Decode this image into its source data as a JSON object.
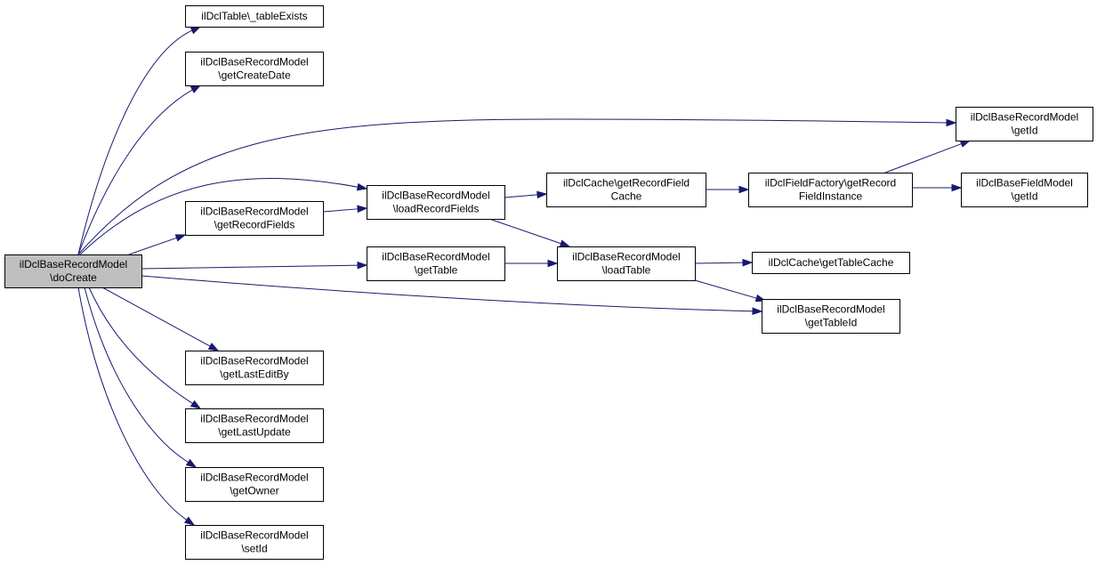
{
  "colors": {
    "edge": "#191970",
    "root_fill": "#bfbfbf",
    "node_fill": "#ffffff"
  },
  "nodes": {
    "doCreate": {
      "lines": [
        "ilDclBaseRecordModel",
        "\\doCreate"
      ]
    },
    "tableExists": {
      "lines": [
        "ilDclTable\\_tableExists"
      ]
    },
    "getCreateDate": {
      "lines": [
        "ilDclBaseRecordModel",
        "\\getCreateDate"
      ]
    },
    "getRecordFields": {
      "lines": [
        "ilDclBaseRecordModel",
        "\\getRecordFields"
      ]
    },
    "getLastEditBy": {
      "lines": [
        "ilDclBaseRecordModel",
        "\\getLastEditBy"
      ]
    },
    "getLastUpdate": {
      "lines": [
        "ilDclBaseRecordModel",
        "\\getLastUpdate"
      ]
    },
    "getOwner": {
      "lines": [
        "ilDclBaseRecordModel",
        "\\getOwner"
      ]
    },
    "setId": {
      "lines": [
        "ilDclBaseRecordModel",
        "\\setId"
      ]
    },
    "loadRecordFields": {
      "lines": [
        "ilDclBaseRecordModel",
        "\\loadRecordFields"
      ]
    },
    "getTable": {
      "lines": [
        "ilDclBaseRecordModel",
        "\\getTable"
      ]
    },
    "getRecordFieldCache": {
      "lines": [
        "ilDclCache\\getRecordField",
        "Cache"
      ]
    },
    "loadTable": {
      "lines": [
        "ilDclBaseRecordModel",
        "\\loadTable"
      ]
    },
    "getRecordFieldInstance": {
      "lines": [
        "ilDclFieldFactory\\getRecord",
        "FieldInstance"
      ]
    },
    "getTableCache": {
      "lines": [
        "ilDclCache\\getTableCache"
      ]
    },
    "getTableId": {
      "lines": [
        "ilDclBaseRecordModel",
        "\\getTableId"
      ]
    },
    "recordGetId": {
      "lines": [
        "ilDclBaseRecordModel",
        "\\getId"
      ]
    },
    "fieldGetId": {
      "lines": [
        "ilDclBaseFieldModel",
        "\\getId"
      ]
    }
  },
  "edges": [
    [
      "doCreate",
      "tableExists"
    ],
    [
      "doCreate",
      "getCreateDate"
    ],
    [
      "doCreate",
      "recordGetId"
    ],
    [
      "doCreate",
      "loadRecordFields"
    ],
    [
      "doCreate",
      "getRecordFields"
    ],
    [
      "doCreate",
      "getTable"
    ],
    [
      "doCreate",
      "getTableId"
    ],
    [
      "doCreate",
      "getLastEditBy"
    ],
    [
      "doCreate",
      "getLastUpdate"
    ],
    [
      "doCreate",
      "getOwner"
    ],
    [
      "doCreate",
      "setId"
    ],
    [
      "getRecordFields",
      "loadRecordFields"
    ],
    [
      "loadRecordFields",
      "getRecordFieldCache"
    ],
    [
      "loadRecordFields",
      "loadTable"
    ],
    [
      "getTable",
      "loadTable"
    ],
    [
      "getRecordFieldCache",
      "getRecordFieldInstance"
    ],
    [
      "getRecordFieldInstance",
      "recordGetId"
    ],
    [
      "getRecordFieldInstance",
      "fieldGetId"
    ],
    [
      "loadTable",
      "getTableCache"
    ],
    [
      "loadTable",
      "getTableId"
    ]
  ]
}
